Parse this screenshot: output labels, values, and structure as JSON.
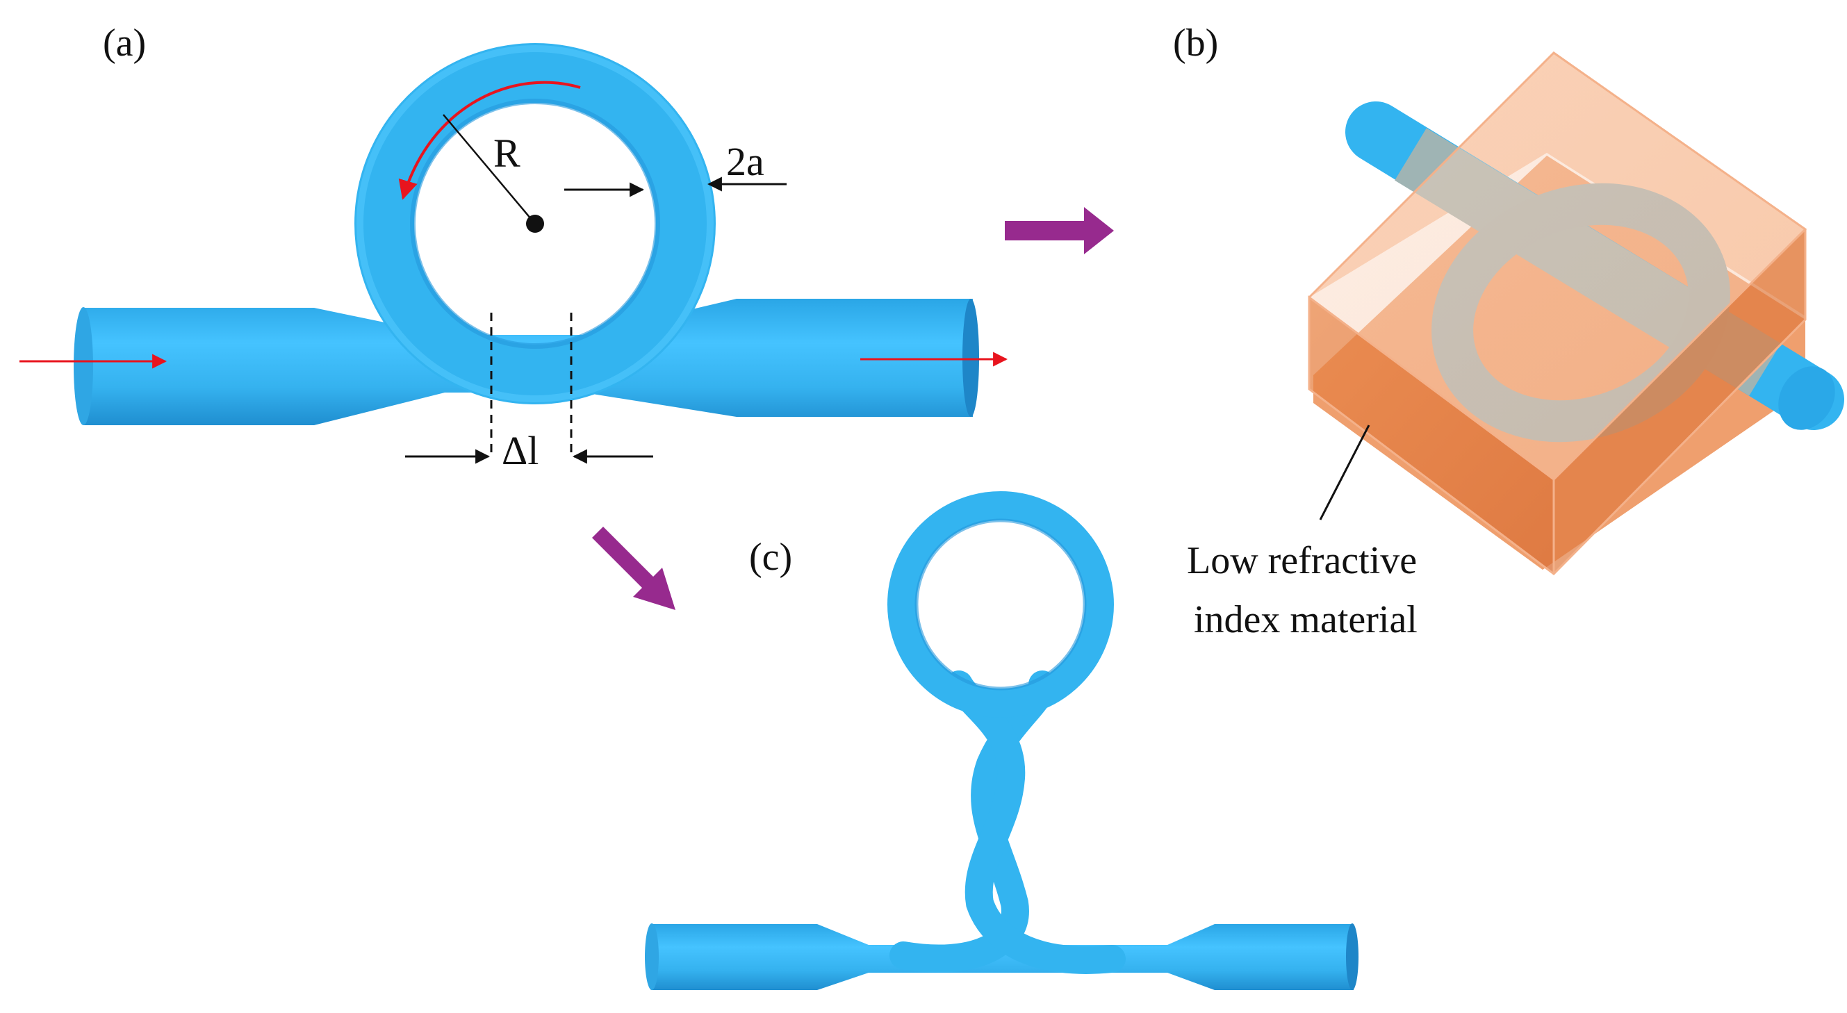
{
  "panels": {
    "a": {
      "label": "(a)",
      "radius_label": "R",
      "thickness_label": "2a",
      "overlap_label": "Δl"
    },
    "b": {
      "label": "(b)",
      "caption_line1": "Low  refractive",
      "caption_line2": "index material"
    },
    "c": {
      "label": "(c)"
    }
  },
  "colors": {
    "fiber": "#33b4f0",
    "fiber_shadow": "#1f8fd0",
    "fiber_highlight": "#6fd2ff",
    "light_arrow": "#e8141e",
    "process_arrow": "#972a8e",
    "box_fill": "#f08a4b",
    "box_edge": "#f3a77a"
  }
}
